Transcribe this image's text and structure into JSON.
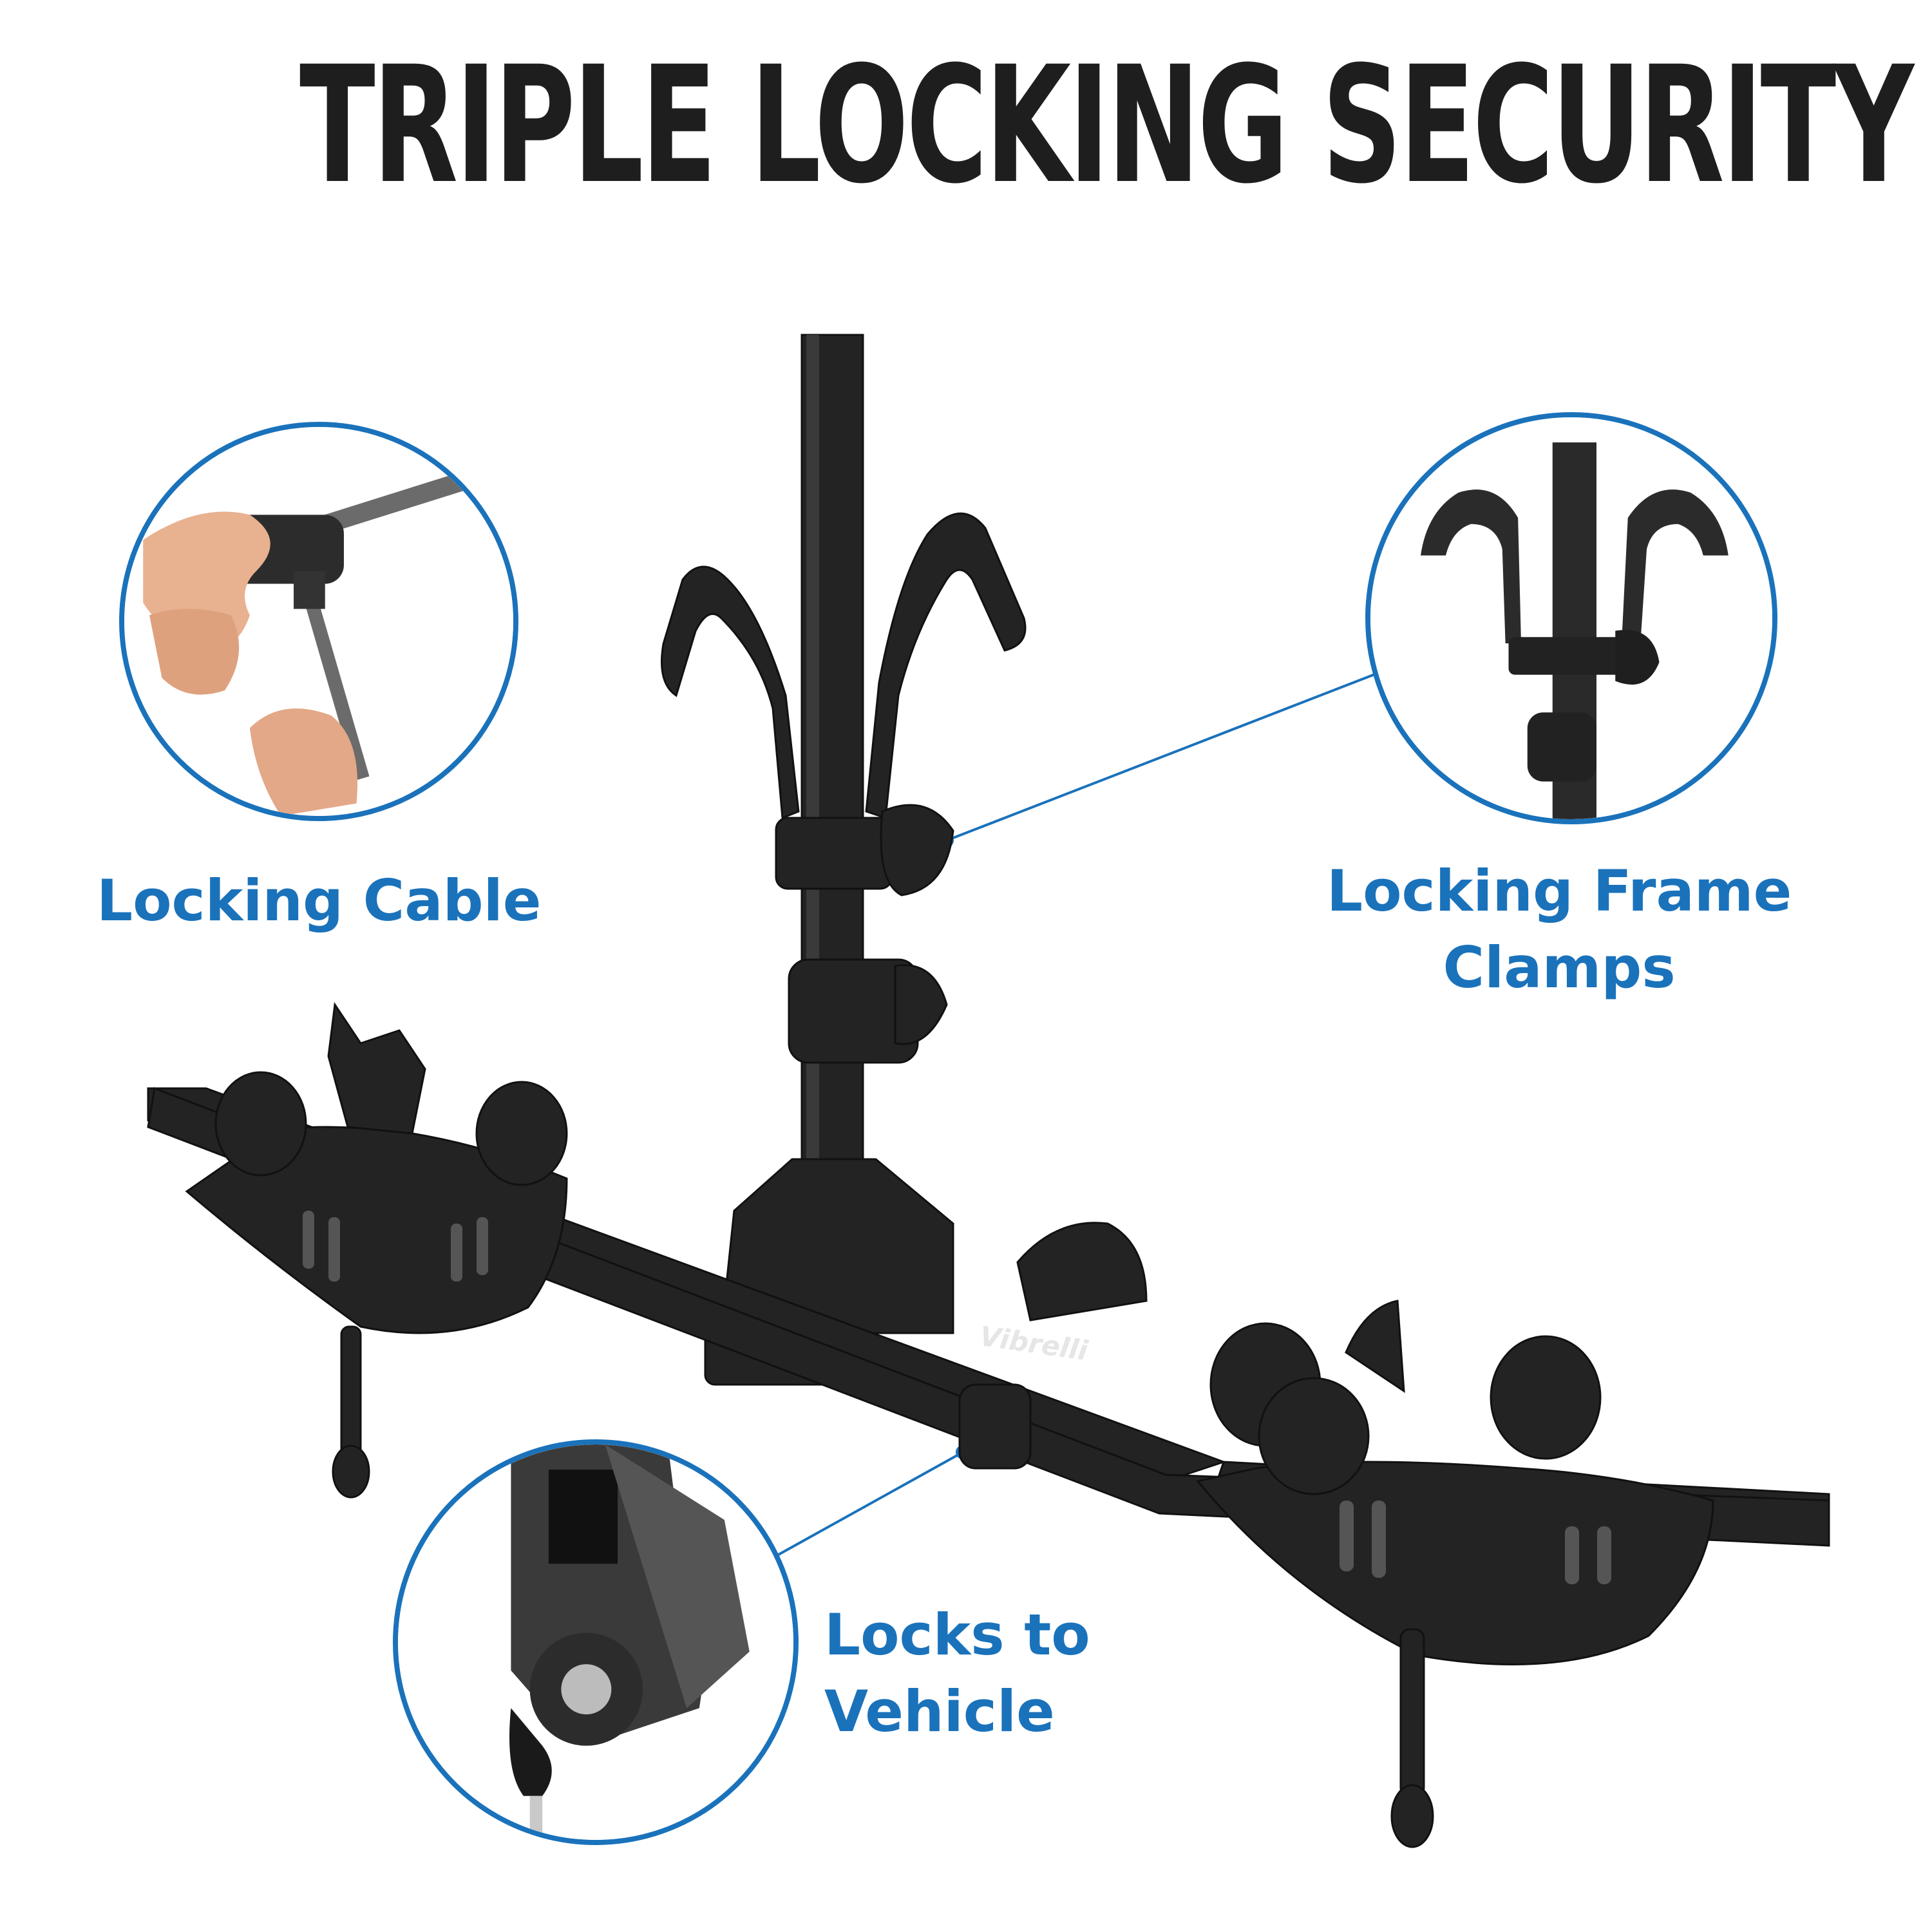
{
  "headline": "TRIPLE LOCKING SECURITY",
  "callouts": {
    "cable": {
      "label": "Locking Cable"
    },
    "frame_clamps": {
      "label_line1": "Locking Frame",
      "label_line2": "Clamps"
    },
    "vehicle": {
      "label_line1": "Locks to",
      "label_line2": "Vehicle"
    }
  },
  "product": {
    "logo": "Vibrelli"
  },
  "colors": {
    "accent": "#1a72bb",
    "headline": "#1e1e1e",
    "product": "#232323"
  },
  "icons": [
    "cable-lock-photo",
    "frame-clamp-photo",
    "hitch-lock-photo",
    "bike-rack-photo"
  ]
}
